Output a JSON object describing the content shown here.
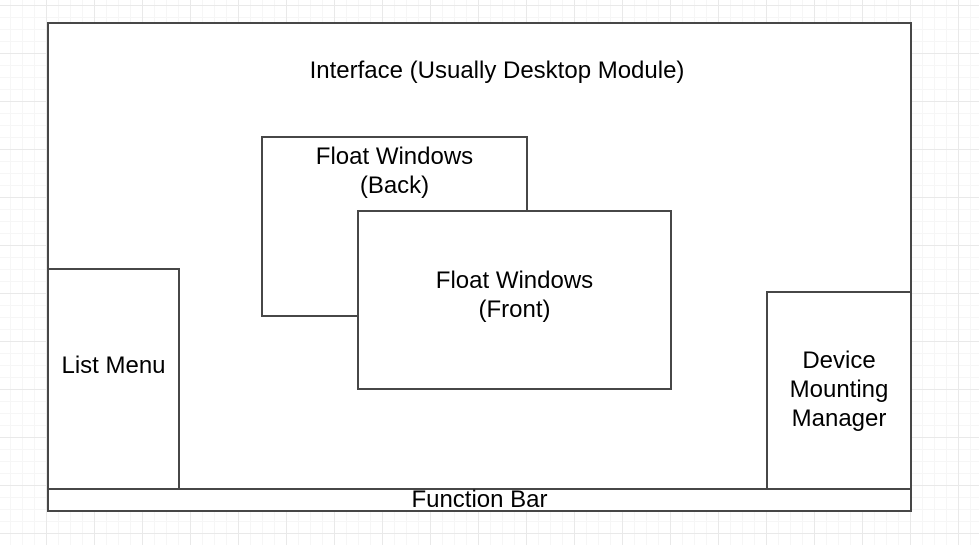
{
  "canvas": {
    "type": "diagram-grid-canvas",
    "background_color": "#ffffff",
    "grid_minor_color": "#f6f6f6",
    "grid_major_color": "#e9e9e9",
    "shape_fill_color": "#ffffff",
    "shape_stroke_color": "#474747",
    "text_color": "#000000"
  },
  "diagram": {
    "interface": {
      "label": "Interface (Usually Desktop Module)"
    },
    "float_windows_back": {
      "line1": "Float Windows",
      "line2": "(Back)"
    },
    "float_windows_front": {
      "line1": "Float Windows",
      "line2": "(Front)"
    },
    "list_menu": {
      "label": "List Menu"
    },
    "device_mounting_manager": {
      "line1": "Device",
      "line2": "Mounting",
      "line3": "Manager"
    },
    "function_bar": {
      "label": "Function Bar"
    }
  }
}
